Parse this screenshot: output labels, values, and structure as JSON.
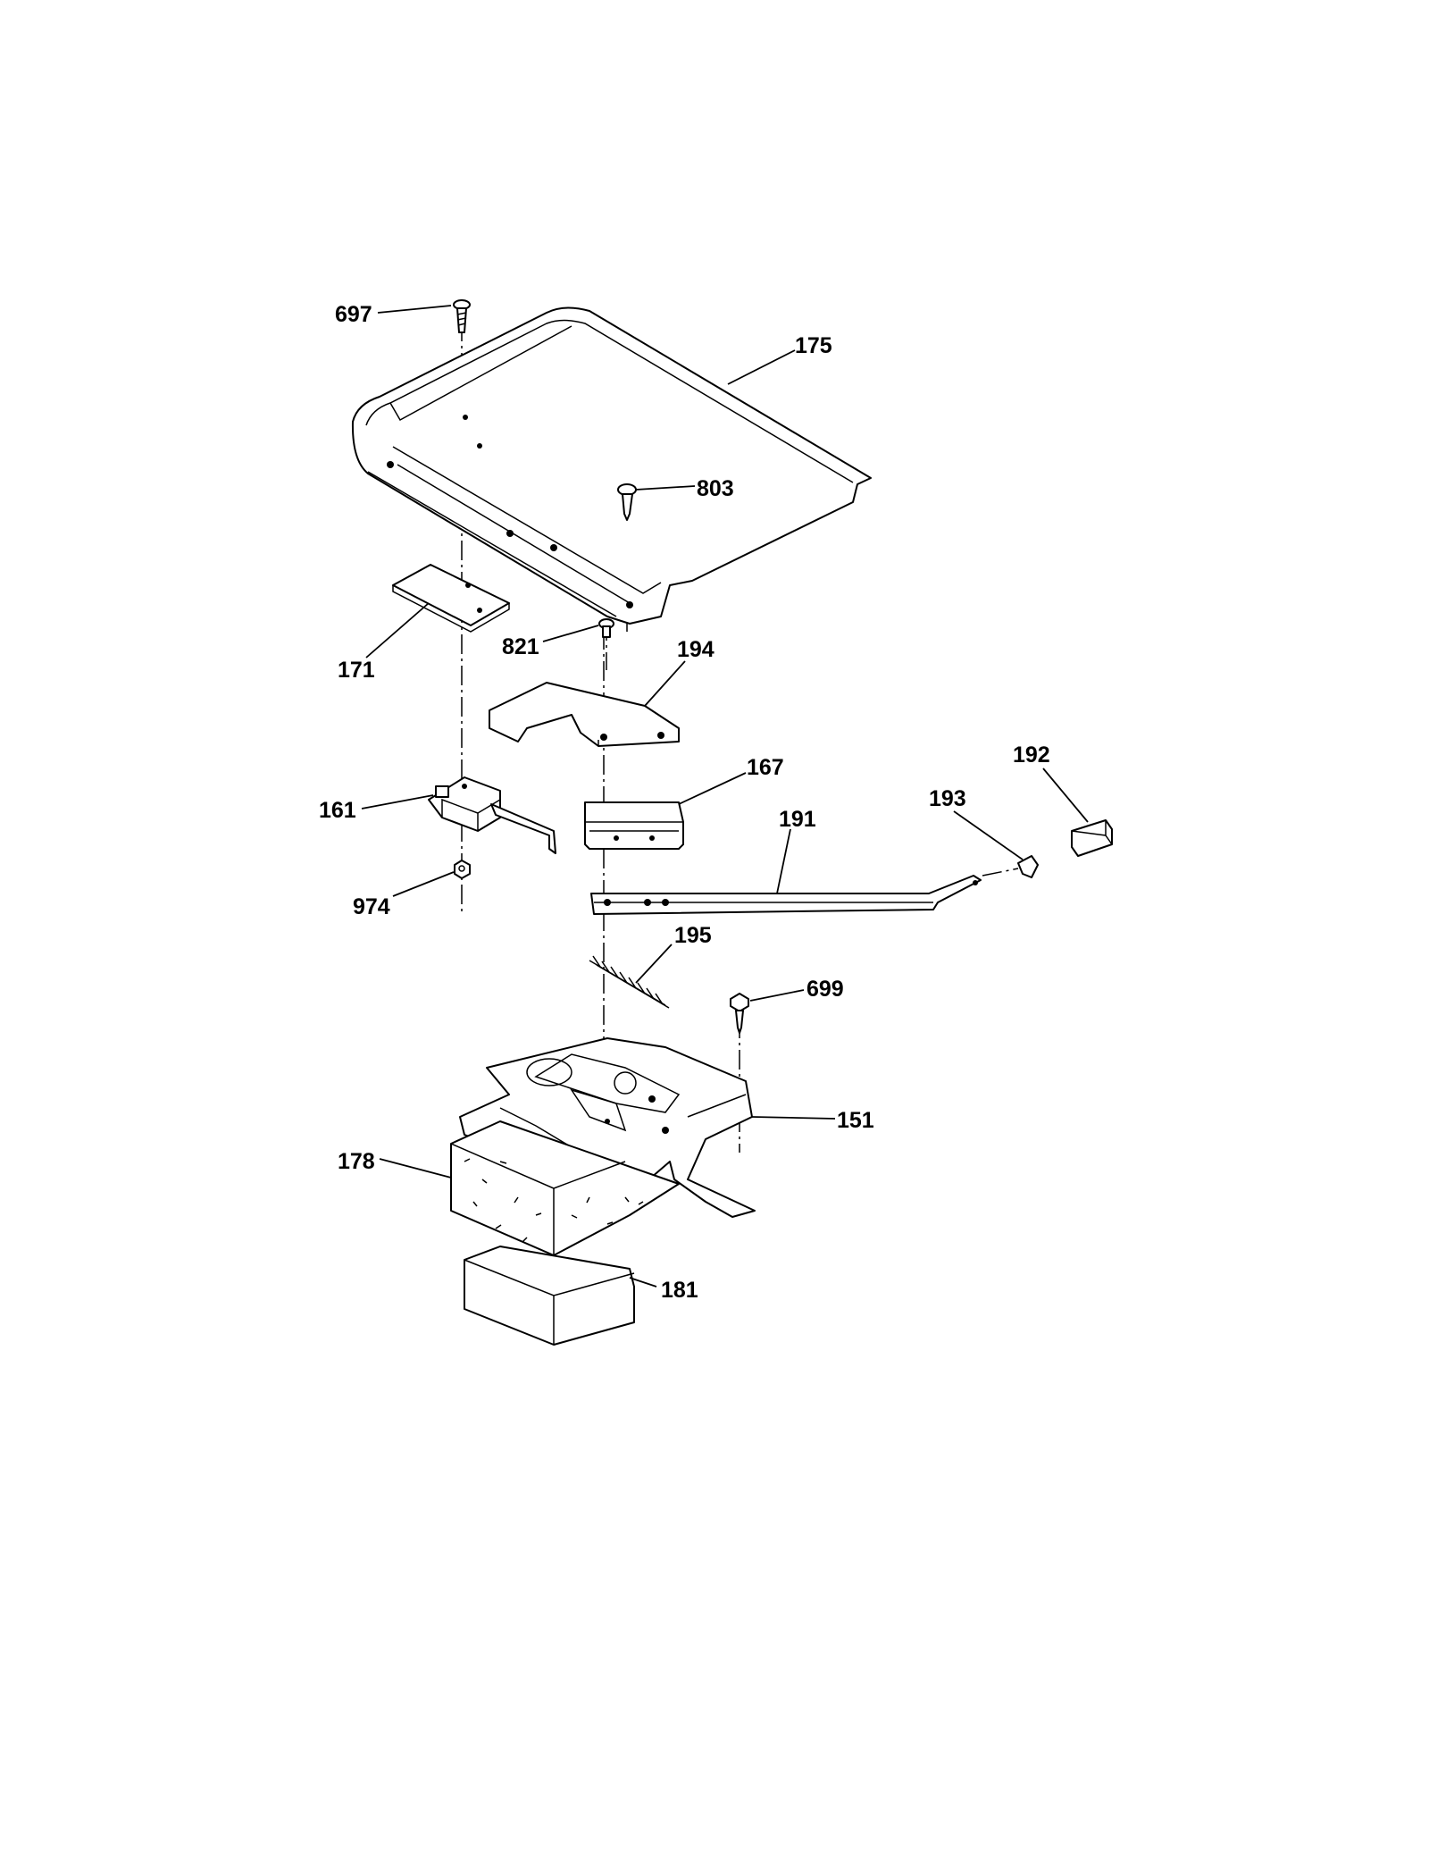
{
  "callouts": [
    {
      "id": "697",
      "text": "697"
    },
    {
      "id": "175",
      "text": "175"
    },
    {
      "id": "803",
      "text": "803"
    },
    {
      "id": "171",
      "text": "171"
    },
    {
      "id": "821",
      "text": "821"
    },
    {
      "id": "194",
      "text": "194"
    },
    {
      "id": "161",
      "text": "161"
    },
    {
      "id": "167",
      "text": "167"
    },
    {
      "id": "192",
      "text": "192"
    },
    {
      "id": "193",
      "text": "193"
    },
    {
      "id": "191",
      "text": "191"
    },
    {
      "id": "974",
      "text": "974"
    },
    {
      "id": "195",
      "text": "195"
    },
    {
      "id": "699",
      "text": "699"
    },
    {
      "id": "151",
      "text": "151"
    },
    {
      "id": "178",
      "text": "178"
    },
    {
      "id": "181",
      "text": "181"
    }
  ]
}
